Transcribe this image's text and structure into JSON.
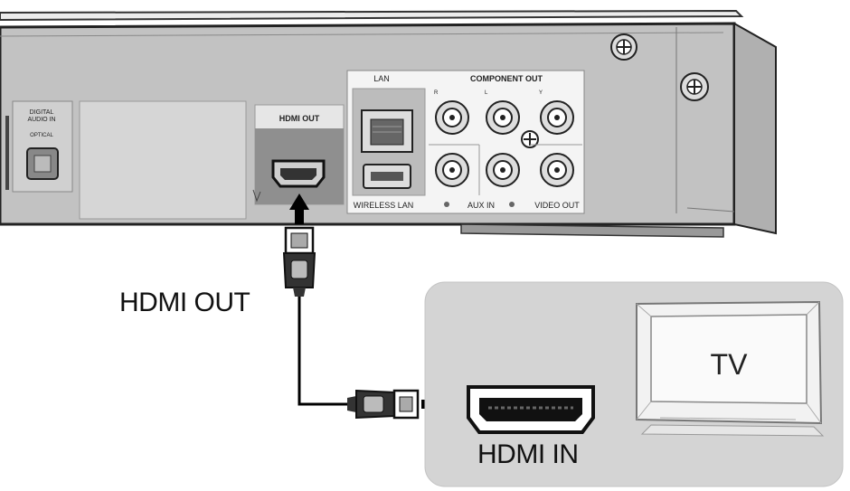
{
  "receiver_panel": {
    "digital_audio_in": [
      "DIGITAL",
      "AUDIO IN"
    ],
    "optical": "OPTICAL",
    "hdmi_out": "HDMI OUT",
    "lan": "LAN",
    "component_out": "COMPONENT OUT",
    "wireless_lan": "WIRELESS LAN",
    "aux_in": "AUX IN",
    "video_out": "VIDEO OUT",
    "jack_r1": "R",
    "jack_l1": "L",
    "jack_y": "Y"
  },
  "cable_label": "HDMI OUT",
  "tv": {
    "screen_text": "TV",
    "port_label": "HDMI IN"
  },
  "colors": {
    "panel_gray": "#b8b8b8",
    "tv_box": "#d4d4d4",
    "hdmi_out_highlight": "#8f8f8f",
    "line": "#111111"
  }
}
